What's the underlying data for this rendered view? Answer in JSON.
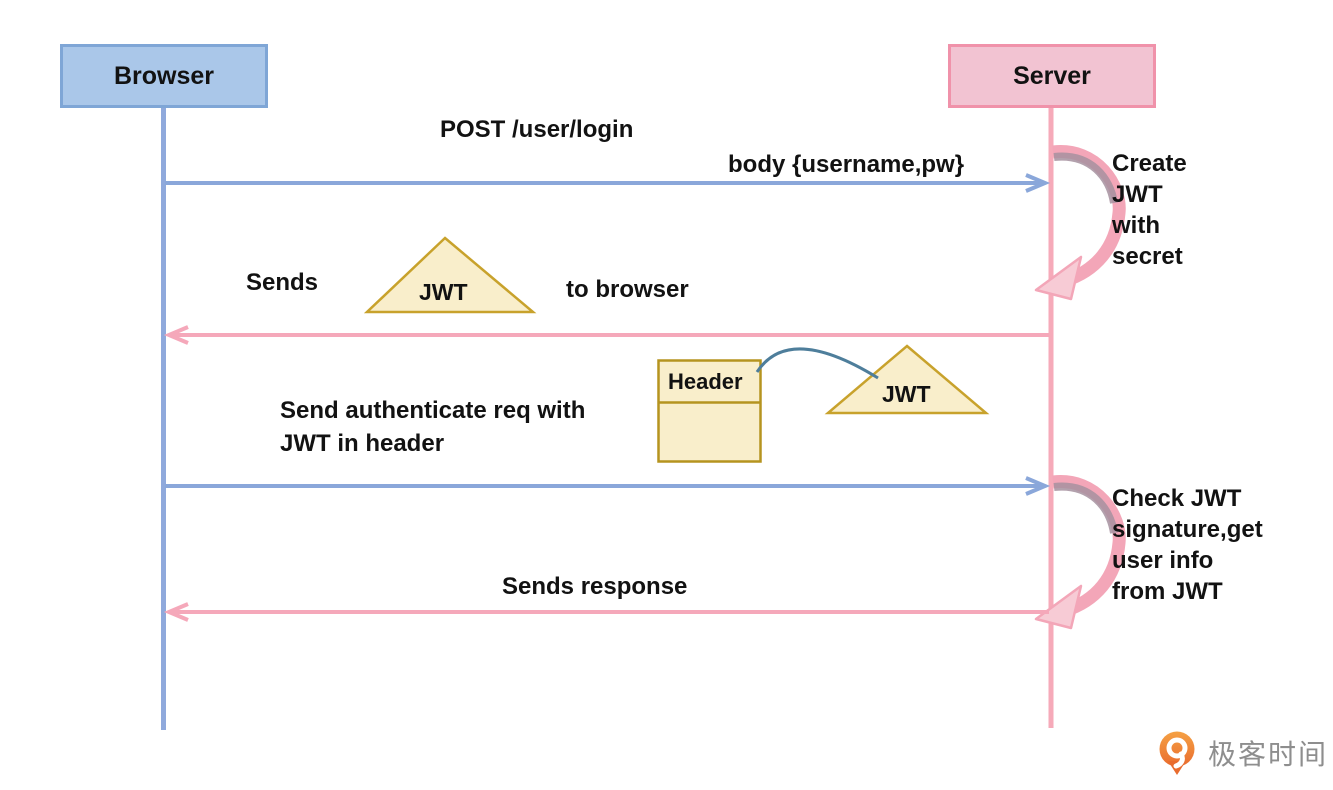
{
  "diagram": {
    "actors": {
      "browser": "Browser",
      "server": "Server"
    },
    "messages": {
      "login_method": "POST /user/login",
      "login_body": "body {username,pw}",
      "sends_prefix": "Sends",
      "sends_suffix": "to browser",
      "auth_request": "Send authenticate req with\nJWT in header",
      "response": "Sends response"
    },
    "self_actions": {
      "create_jwt": "Create\nJWT\nwith\nsecret",
      "check_jwt": "Check JWT\nsignature,get\nuser info\nfrom JWT"
    },
    "artifacts": {
      "jwt_token_sent": "JWT",
      "jwt_token_header": "JWT",
      "header_box": "Header"
    },
    "colors": {
      "browser_fill": "#aac7e9",
      "browser_border": "#7fa6d6",
      "server_fill": "#f2c3d2",
      "server_border": "#f092aa",
      "blue_line": "#8aa7da",
      "pink_line": "#f5a8ba",
      "token_fill": "#f9eecb",
      "token_border": "#c8a22c",
      "connector": "#4e7e9b",
      "text": "#121212"
    }
  },
  "branding": {
    "logo_icon": "geektime-q-pin-icon",
    "logo_text": "极客时间",
    "logo_color": "#ee8540",
    "logo_text_color": "#8e8e8e"
  }
}
